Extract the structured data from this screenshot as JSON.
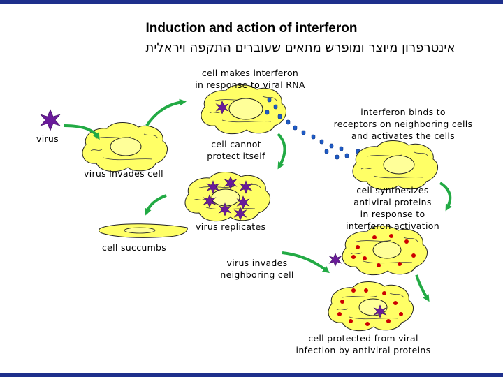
{
  "title": "Induction and action of interferon",
  "subtitle": "אינטרפרון מיוצר ומופרש מתאים שעוברים התקפה ויראלית",
  "labels": {
    "virus": "virus",
    "virus_invades_cell": "virus invades cell",
    "makes_line1": "cell makes interferon",
    "makes_line2": "in response to viral RNA",
    "cannot_line1": "cell cannot",
    "cannot_line2": "protect itself",
    "binds_line1": "interferon binds to",
    "binds_line2": "receptors on neighboring cells",
    "binds_line3": "and activates the cells",
    "synth_line1": "cell synthesizes",
    "synth_line2": "antiviral proteins",
    "synth_line3": "in response to",
    "synth_line4": "interferon activation",
    "virus_replicates": "virus replicates",
    "cell_succumbs": "cell succumbs",
    "invades_neighbor_line1": "virus invades",
    "invades_neighbor_line2": "neighboring cell",
    "protected_line1": "cell protected from viral",
    "protected_line2": "infection by antiviral proteins"
  },
  "colors": {
    "cell_fill": "#ffff66",
    "nucleus_fill": "#ffff99",
    "arrow": "#22aa44",
    "virus": "#6a1b9a",
    "interferon_dot": "#1e5bc6",
    "antiviral_dot": "#cc0000",
    "frame_bar": "#1e2f8c"
  }
}
